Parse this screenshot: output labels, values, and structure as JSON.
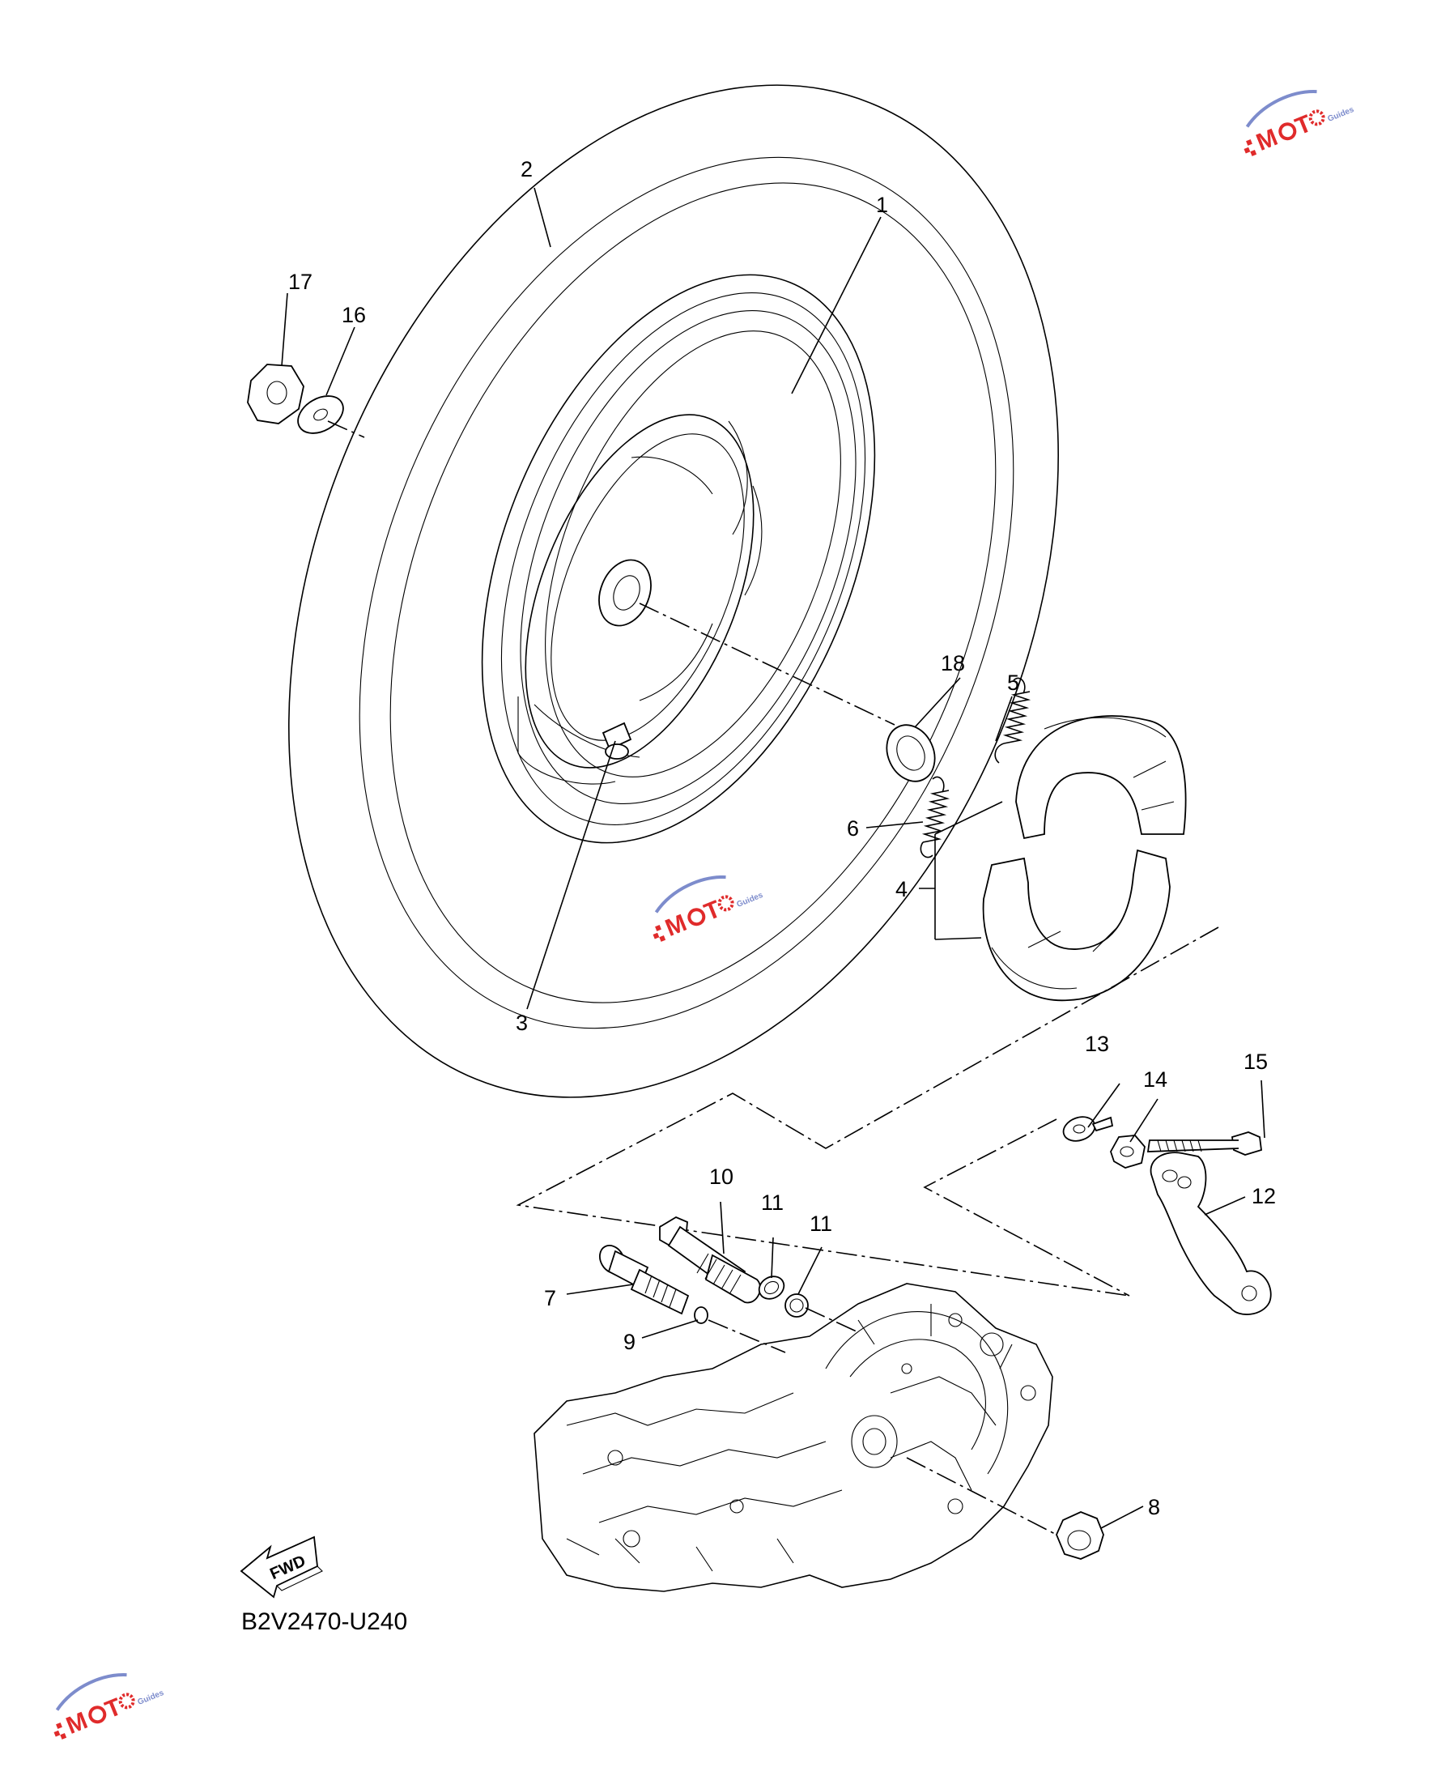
{
  "diagram": {
    "callouts": {
      "c1": "1",
      "c2": "2",
      "c3": "3",
      "c4": "4",
      "c5": "5",
      "c6": "6",
      "c7": "7",
      "c8": "8",
      "c9": "9",
      "c10": "10",
      "c11a": "11",
      "c11b": "11",
      "c12": "12",
      "c13": "13",
      "c14": "14",
      "c15": "15",
      "c16": "16",
      "c17": "17",
      "c18": "18"
    },
    "fwd_label": "FWD",
    "diagram_code": "B2V2470-U240"
  },
  "watermark": {
    "letters": [
      "M",
      "T"
    ],
    "tagline": "Guides",
    "color_red": "#e02b2b",
    "color_blue": "#7d8ccc",
    "icons": [
      "moto-guides-logo-icon",
      "gear-icon"
    ]
  }
}
